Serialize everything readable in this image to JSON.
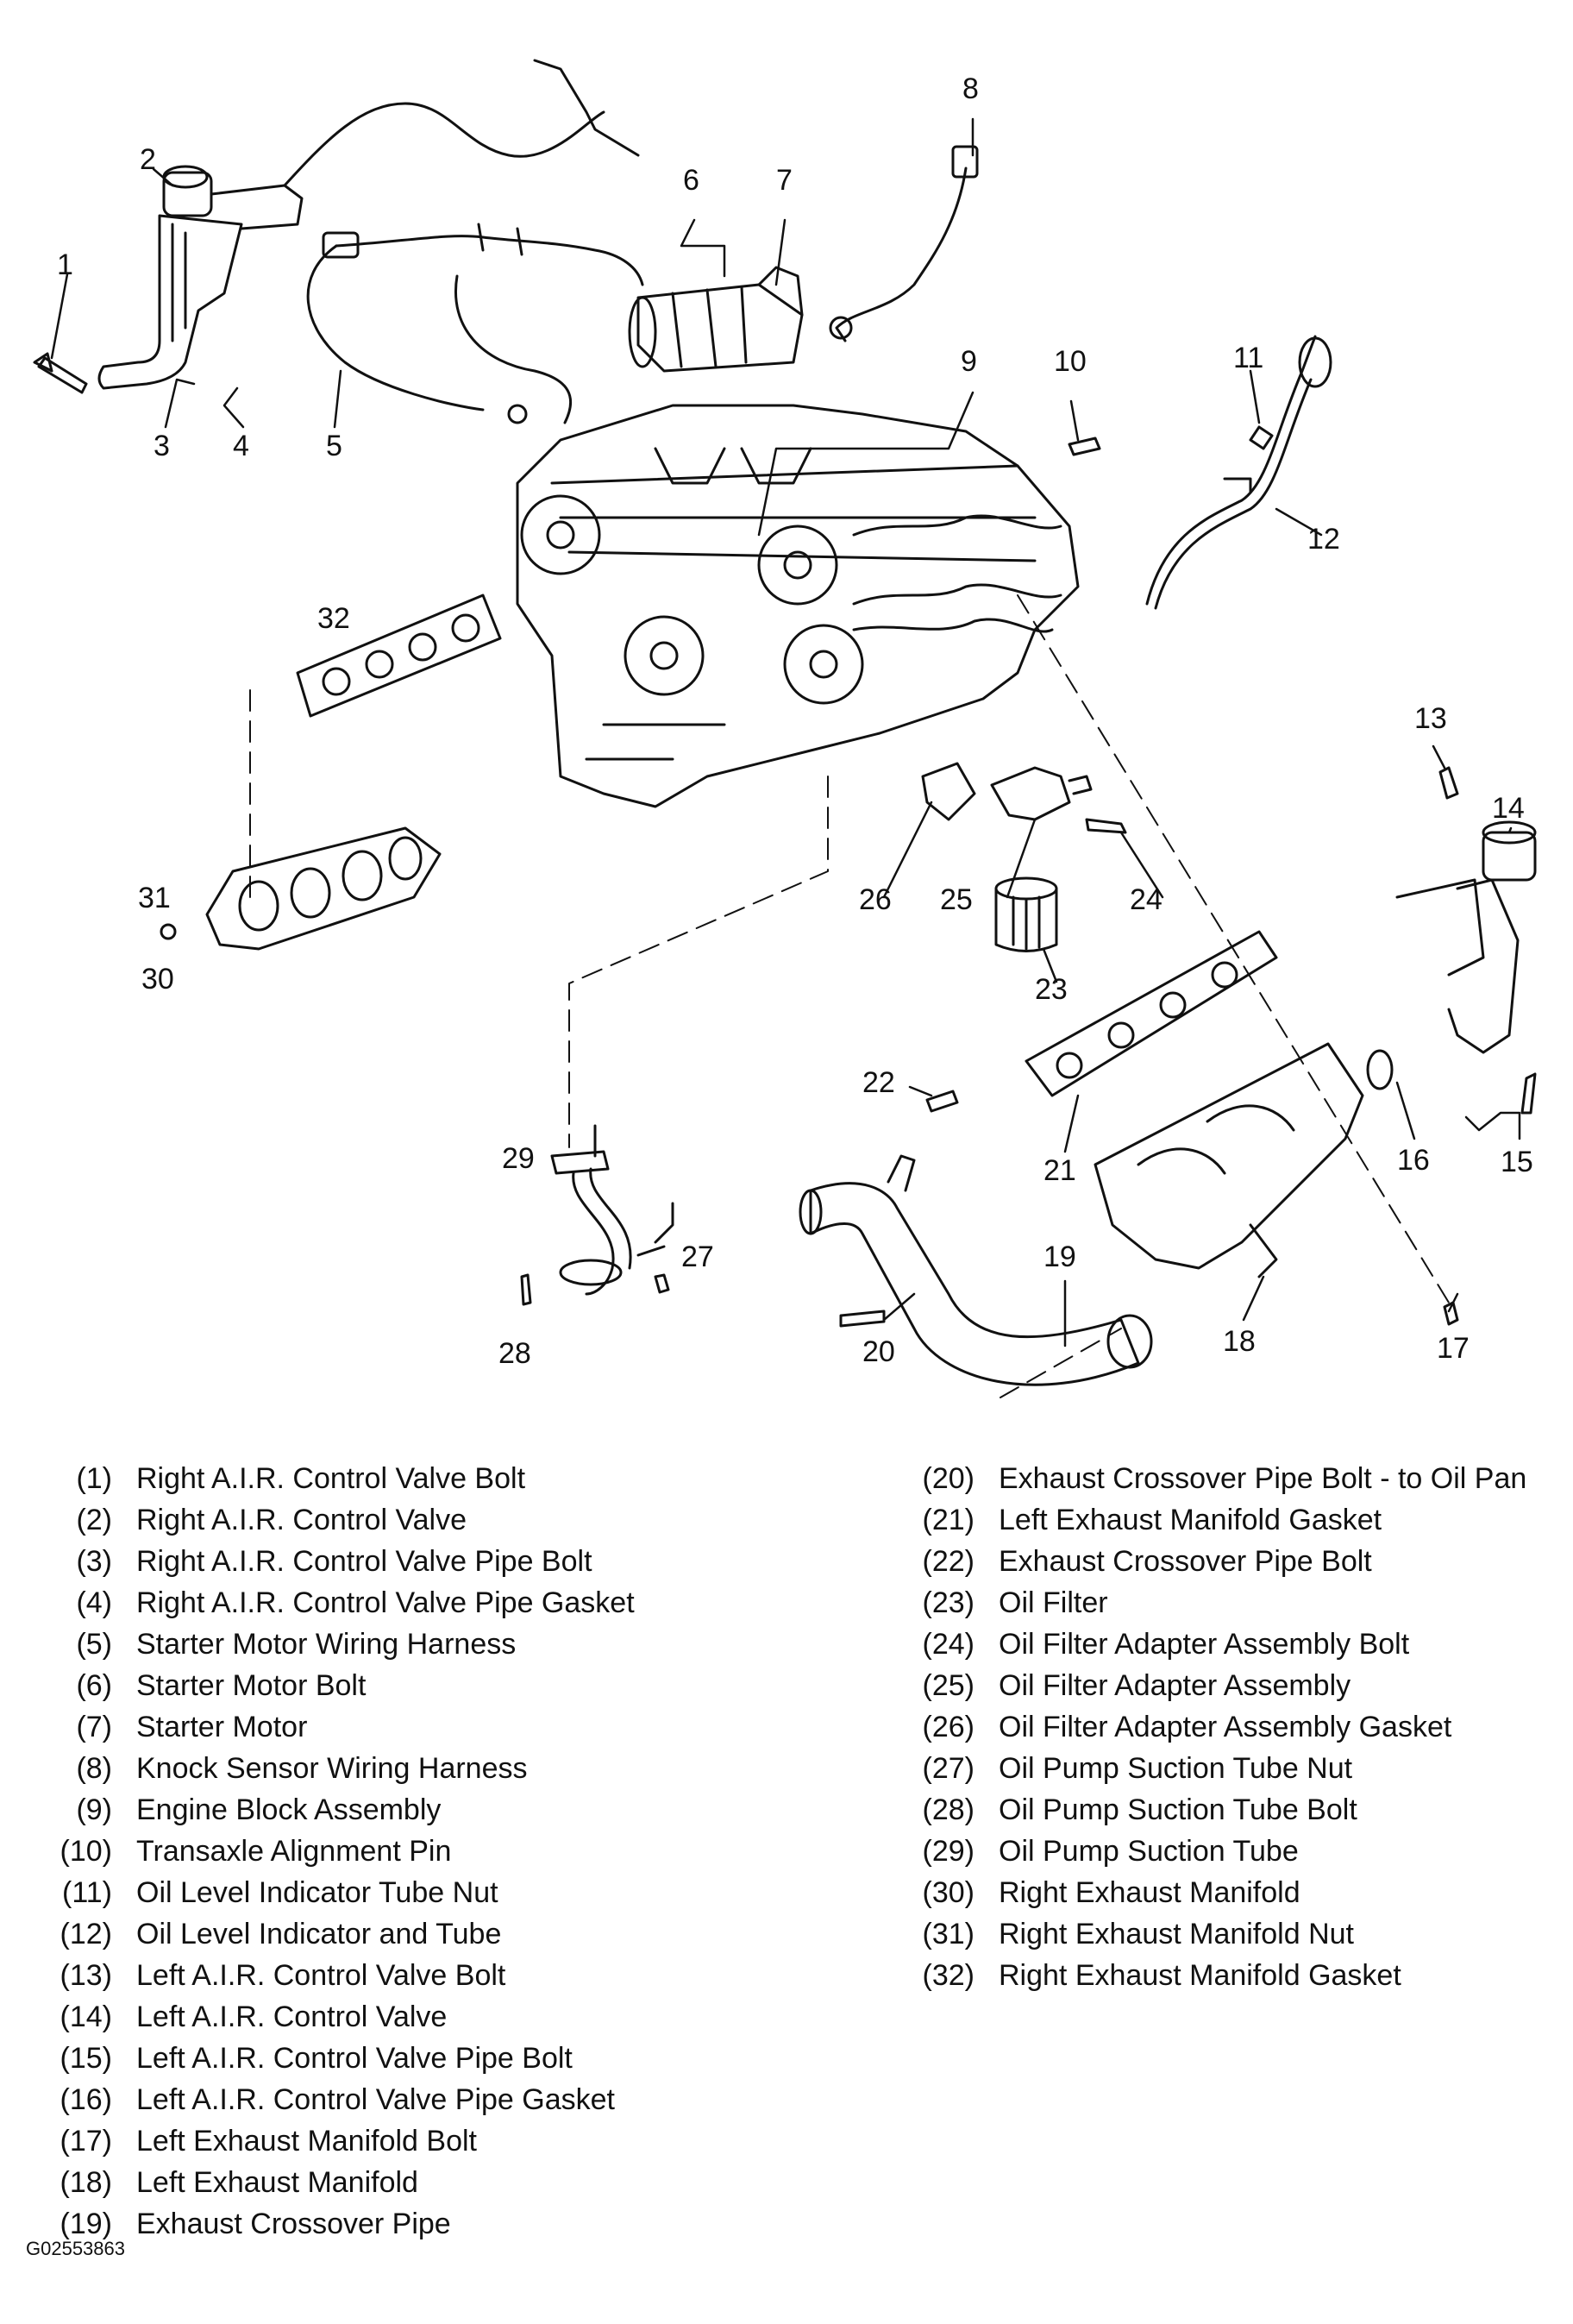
{
  "callout_numbers": [
    "1",
    "2",
    "3",
    "4",
    "5",
    "6",
    "7",
    "8",
    "9",
    "10",
    "11",
    "12",
    "13",
    "14",
    "15",
    "16",
    "17",
    "18",
    "19",
    "20",
    "21",
    "22",
    "23",
    "24",
    "25",
    "26",
    "27",
    "28",
    "29",
    "30",
    "31",
    "32"
  ],
  "legend": {
    "left": [
      {
        "num": "(1)",
        "label": "Right A.I.R. Control Valve Bolt"
      },
      {
        "num": "(2)",
        "label": "Right A.I.R. Control Valve"
      },
      {
        "num": "(3)",
        "label": "Right A.I.R. Control Valve Pipe Bolt"
      },
      {
        "num": "(4)",
        "label": "Right A.I.R. Control Valve Pipe Gasket"
      },
      {
        "num": "(5)",
        "label": "Starter Motor Wiring Harness"
      },
      {
        "num": "(6)",
        "label": "Starter Motor Bolt"
      },
      {
        "num": "(7)",
        "label": "Starter Motor"
      },
      {
        "num": "(8)",
        "label": "Knock Sensor Wiring Harness"
      },
      {
        "num": "(9)",
        "label": "Engine Block Assembly"
      },
      {
        "num": "(10)",
        "label": "Transaxle Alignment Pin"
      },
      {
        "num": "(11)",
        "label": "Oil Level Indicator Tube Nut"
      },
      {
        "num": "(12)",
        "label": "Oil Level Indicator and Tube"
      },
      {
        "num": "(13)",
        "label": "Left A.I.R. Control Valve Bolt"
      },
      {
        "num": "(14)",
        "label": "Left A.I.R. Control Valve"
      },
      {
        "num": "(15)",
        "label": "Left A.I.R. Control Valve Pipe Bolt"
      },
      {
        "num": "(16)",
        "label": "Left A.I.R. Control Valve Pipe Gasket"
      },
      {
        "num": "(17)",
        "label": "Left Exhaust Manifold Bolt"
      },
      {
        "num": "(18)",
        "label": "Left Exhaust Manifold"
      },
      {
        "num": "(19)",
        "label": "Exhaust Crossover Pipe"
      }
    ],
    "right": [
      {
        "num": "(20)",
        "label": "Exhaust Crossover Pipe Bolt - to Oil Pan"
      },
      {
        "num": "(21)",
        "label": "Left Exhaust Manifold Gasket"
      },
      {
        "num": "(22)",
        "label": "Exhaust Crossover Pipe Bolt"
      },
      {
        "num": "(23)",
        "label": "Oil Filter"
      },
      {
        "num": "(24)",
        "label": "Oil Filter Adapter Assembly Bolt"
      },
      {
        "num": "(25)",
        "label": "Oil Filter Adapter Assembly"
      },
      {
        "num": "(26)",
        "label": "Oil Filter Adapter Assembly Gasket"
      },
      {
        "num": "(27)",
        "label": "Oil Pump Suction Tube Nut"
      },
      {
        "num": "(28)",
        "label": "Oil Pump Suction Tube Bolt"
      },
      {
        "num": "(29)",
        "label": "Oil Pump Suction Tube"
      },
      {
        "num": "(30)",
        "label": "Right Exhaust Manifold"
      },
      {
        "num": "(31)",
        "label": "Right Exhaust Manifold Nut"
      },
      {
        "num": "(32)",
        "label": "Right Exhaust Manifold Gasket"
      }
    ]
  },
  "figure_id": "G02553863",
  "colors": {
    "ink": "#111111",
    "paper": "#ffffff"
  }
}
